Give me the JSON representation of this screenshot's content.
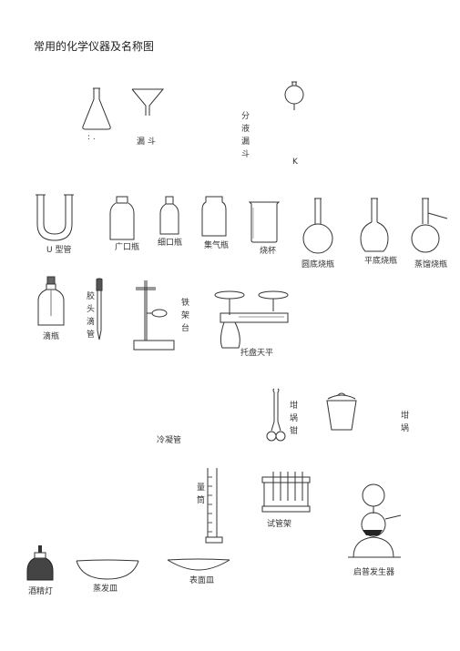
{
  "title": "常用的化学仪器及名称图",
  "labels": {
    "small_marks": ": .",
    "funnel": "漏 斗",
    "separatory_funnel": "分液漏斗",
    "corner_mark": "K",
    "u_tube": "U 型管",
    "wide_mouth_bottle": "广口瓶",
    "narrow_mouth_bottle": "细口瓶",
    "gas_jar": "集气瓶",
    "beaker": "烧杯",
    "round_bottom_flask": "圆底烧瓶",
    "flat_bottom_flask": "平底烧瓶",
    "distilling_flask": "蒸馏烧瓶",
    "dropper_bottle": "滴瓶",
    "dropper": "胶头滴管",
    "iron_stand": "铁架台",
    "balance": "托盘天平",
    "crucible_tongs": "坩埚钳",
    "crucible": "坩埚",
    "condenser": "冷凝管",
    "graduated_cylinder": "量筒",
    "test_tube_rack": "试管架",
    "kipp_apparatus": "启普发生器",
    "alcohol_lamp": "酒精灯",
    "evaporating_dish": "蒸发皿",
    "watch_glass": "表面皿"
  }
}
